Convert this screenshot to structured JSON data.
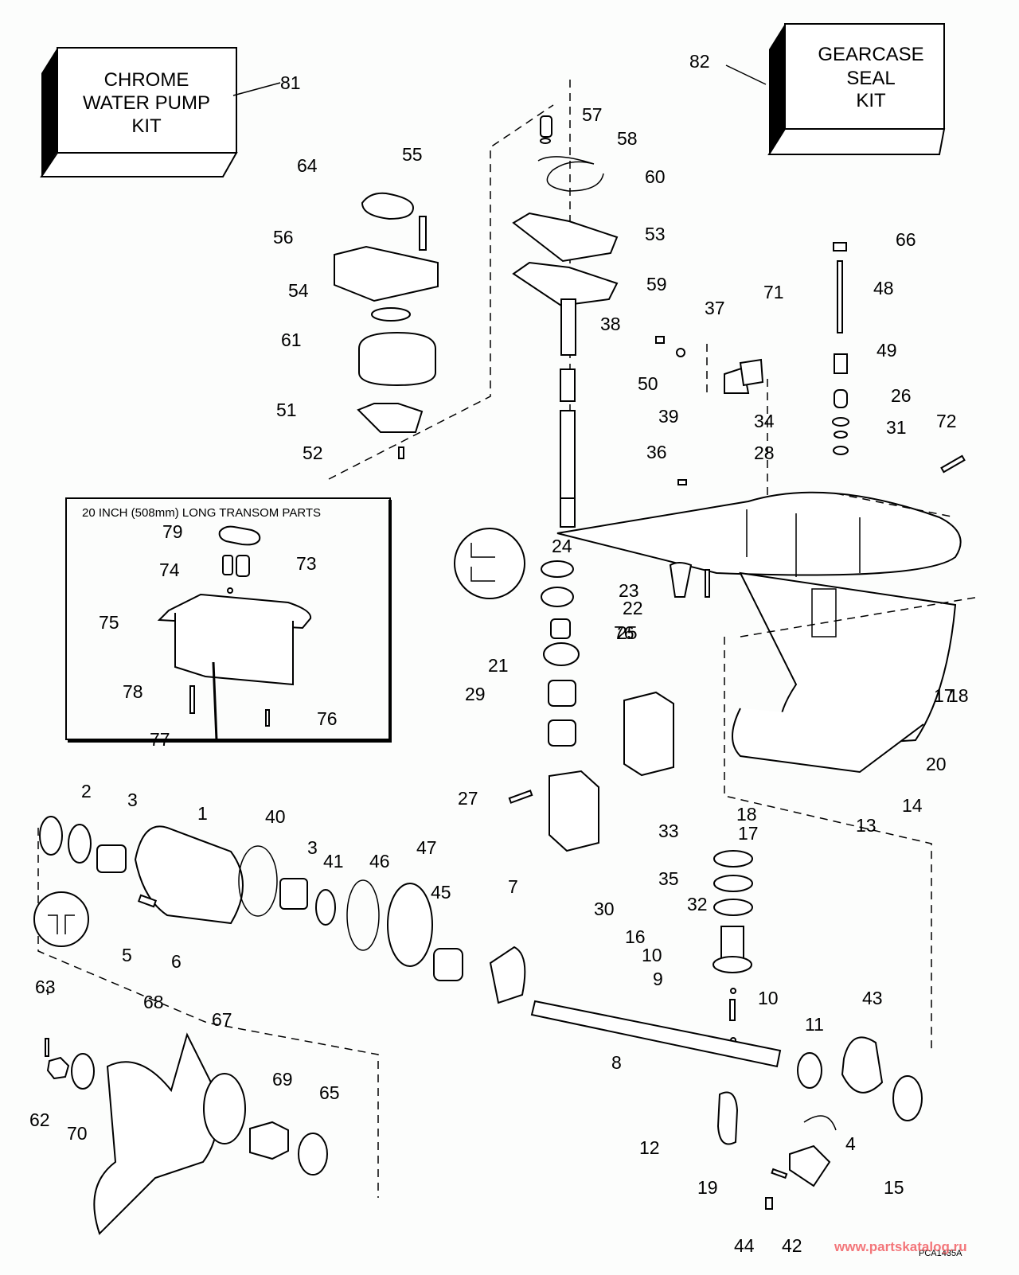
{
  "kits": [
    {
      "id": "chrome-water-pump-kit",
      "lines": [
        "CHROME",
        "WATER PUMP",
        "KIT"
      ],
      "ref": "81"
    },
    {
      "id": "gearcase-seal-kit",
      "lines": [
        "GEARCASE",
        "SEAL",
        "KIT"
      ],
      "ref": "82"
    }
  ],
  "inset": {
    "title": "20 INCH (508mm) LONG TRANSOM PARTS",
    "refs": [
      "73",
      "74",
      "75",
      "76",
      "77",
      "78",
      "79"
    ]
  },
  "callouts": [
    "1",
    "2",
    "3",
    "3",
    "4",
    "5",
    "6",
    "7",
    "8",
    "9",
    "10",
    "10",
    "11",
    "12",
    "13",
    "14",
    "15",
    "16",
    "17",
    "17",
    "18",
    "18",
    "19",
    "20",
    "21",
    "22",
    "23",
    "24",
    "25",
    "26",
    "27",
    "28",
    "29",
    "30",
    "31",
    "32",
    "33",
    "34",
    "35",
    "36",
    "37",
    "38",
    "39",
    "40",
    "41",
    "42",
    "43",
    "44",
    "45",
    "46",
    "47",
    "48",
    "49",
    "50",
    "51",
    "52",
    "53",
    "54",
    "55",
    "56",
    "57",
    "58",
    "59",
    "60",
    "61",
    "62",
    "63",
    "64",
    "65",
    "66",
    "67",
    "68",
    "69",
    "70",
    "71",
    "72",
    "76"
  ],
  "figure_code": "PCA1435A",
  "watermark": "www.partskatalog.ru"
}
